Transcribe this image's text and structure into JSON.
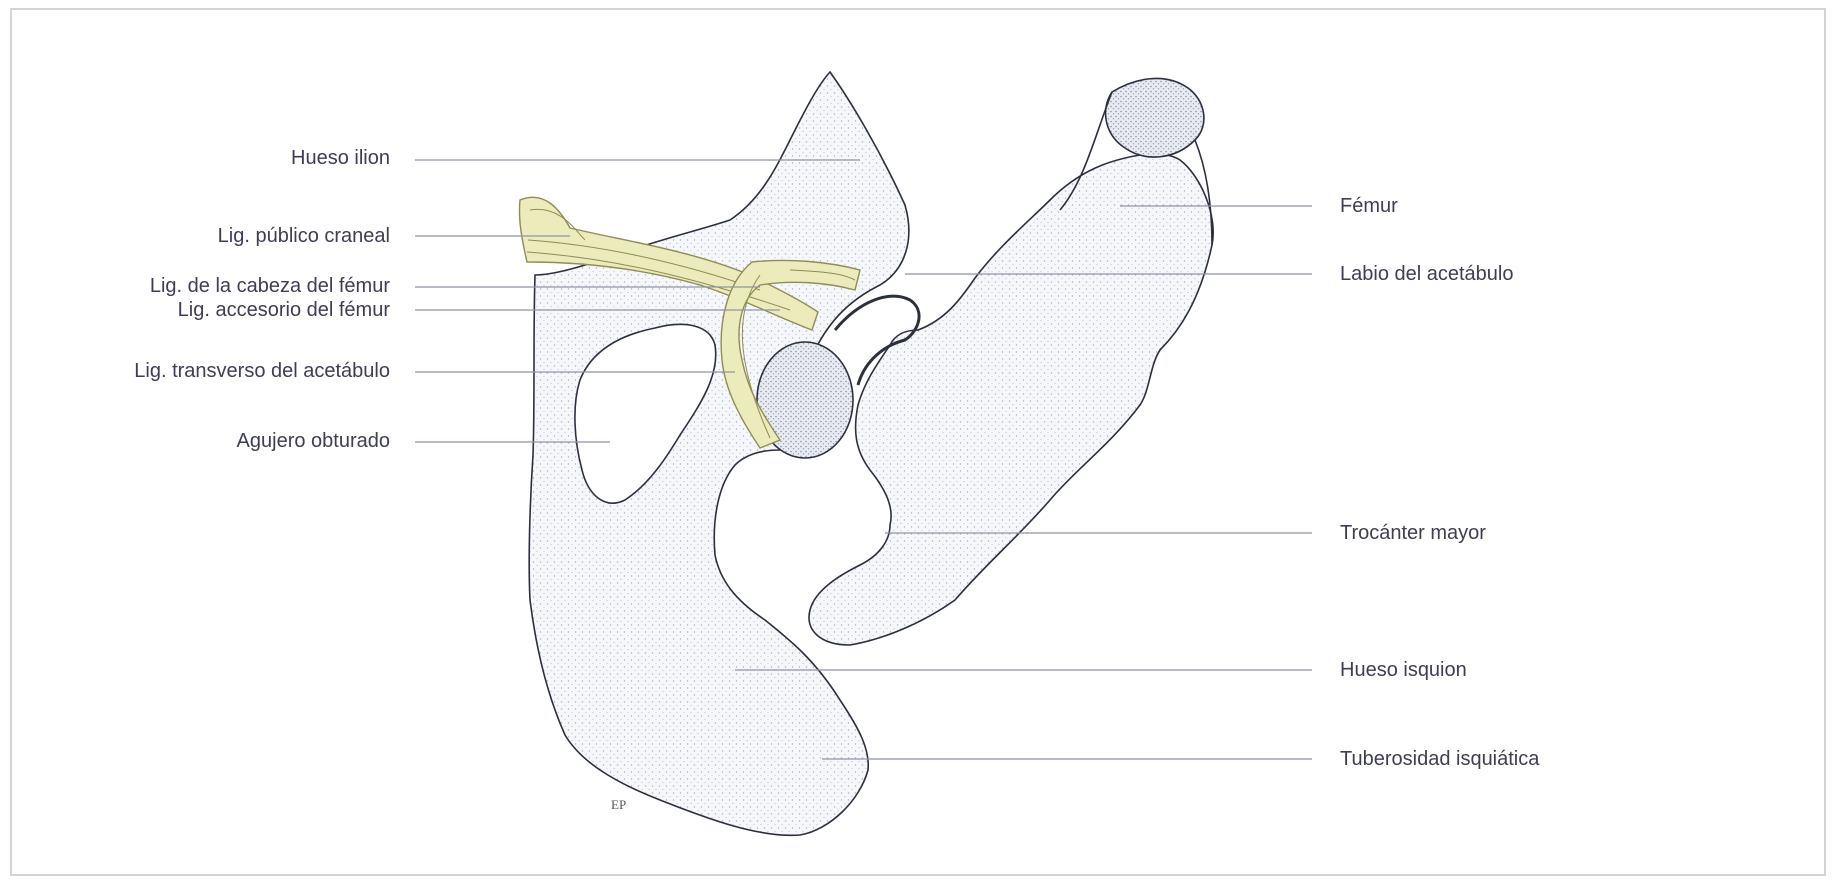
{
  "figure": {
    "signature": "EP",
    "colors": {
      "bone_fill": "#f6f7fa",
      "bone_stipple": "#6f7894",
      "outline": "#2c2f3d",
      "ligament_fill": "#ecebbb",
      "ligament_stroke": "#8f8c55",
      "leader_line": "#8f94a6",
      "text": "#3e3e52"
    },
    "labels_left": [
      {
        "id": "hueso-ilion",
        "text": "Hueso ilion"
      },
      {
        "id": "lig-pubico-craneal",
        "text": "Lig. público craneal"
      },
      {
        "id": "lig-cabeza-femur",
        "text": "Lig. de la cabeza del fémur"
      },
      {
        "id": "lig-accesorio-femur",
        "text": "Lig. accesorio del fémur"
      },
      {
        "id": "lig-transverso-acetabulo",
        "text": "Lig. transverso del acetábulo"
      },
      {
        "id": "agujero-obturado",
        "text": "Agujero obturado"
      }
    ],
    "labels_right": [
      {
        "id": "femur",
        "text": "Fémur"
      },
      {
        "id": "labio-acetabulo",
        "text": "Labio del acetábulo"
      },
      {
        "id": "trocanter-mayor",
        "text": "Trocánter mayor"
      },
      {
        "id": "hueso-isquion",
        "text": "Hueso isquion"
      },
      {
        "id": "tuberosidad-isquiatica",
        "text": "Tuberosidad isquiática"
      }
    ]
  }
}
